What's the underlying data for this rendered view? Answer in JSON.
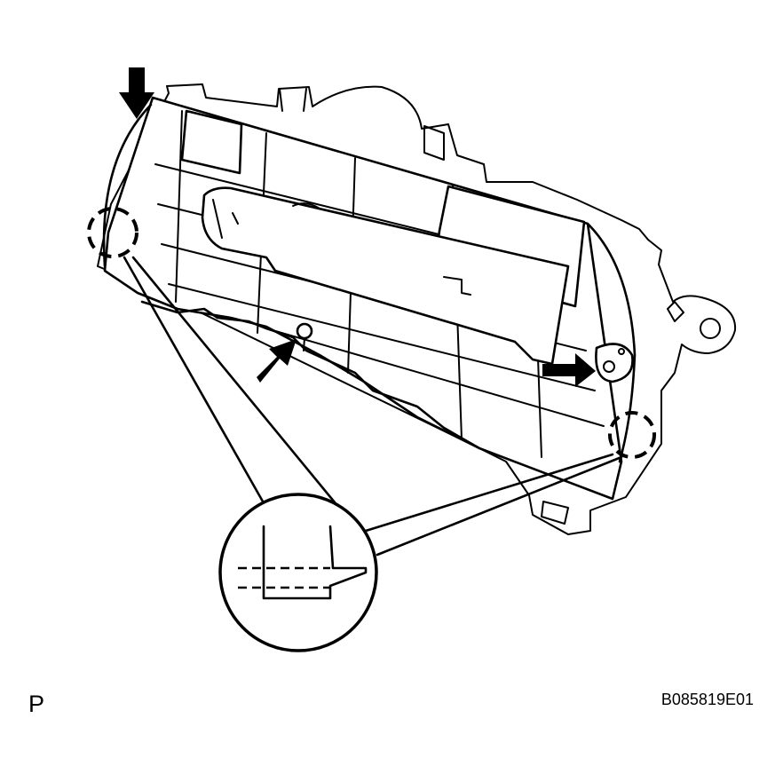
{
  "figure": {
    "view_code": "P",
    "figure_id": "B085819E01"
  },
  "icons": {
    "arrow_top_left": "arrow-down-icon",
    "arrow_center": "arrow-up-right-icon",
    "arrow_right": "arrow-right-icon",
    "detail_callout": "magnified-detail-circle",
    "claw_markers": "dashed-circle-icon"
  },
  "colors": {
    "line": "#000000",
    "background": "#ffffff"
  }
}
